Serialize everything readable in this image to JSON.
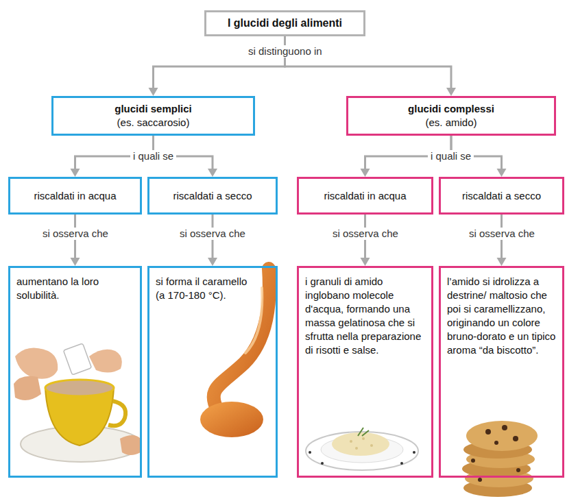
{
  "diagram": {
    "nodes": [
      {
        "text": [
          "I glucidi degli alimenti"
        ]
      },
      {
        "text": [
          "glucidi semplici",
          "(es. saccarosio)"
        ]
      },
      {
        "text": [
          "glucidi complessi",
          "(es. amido)"
        ]
      },
      {
        "text": [
          "riscaldati in acqua"
        ]
      },
      {
        "text": [
          "riscaldati a secco"
        ]
      },
      {
        "text": [
          "riscaldati in acqua"
        ]
      },
      {
        "text": [
          "riscaldati a secco"
        ]
      },
      {
        "text": [
          "aumentano la loro solubilità."
        ]
      },
      {
        "text": [
          "si forma il caramello (a 170-180 °C)."
        ]
      },
      {
        "text": [
          "i granuli di amido inglobano molecole d'acqua, formando una massa gelatinosa che si sfrutta nella preparazione di risotti e salse."
        ]
      },
      {
        "text": [
          "l’amido si idrolizza a destrine/ maltosio che poi si caramellizzano, originando un colore bruno-dorato e un tipico aroma “da biscotto”."
        ]
      }
    ],
    "edges": [
      {
        "from": 0,
        "to": 1,
        "label": "si distinguono in",
        "arrow": "to"
      },
      {
        "from": 0,
        "to": 2,
        "arrow": "to"
      },
      {
        "from": 1,
        "to": 3,
        "label": "i quali se",
        "arrow": "to"
      },
      {
        "from": 1,
        "to": 4,
        "arrow": "to"
      },
      {
        "from": 2,
        "to": 5,
        "label": "i quali se",
        "arrow": "to"
      },
      {
        "from": 2,
        "to": 6,
        "arrow": "to"
      },
      {
        "from": 3,
        "to": 7,
        "label": "si osserva che",
        "arrow": "to"
      },
      {
        "from": 4,
        "to": 8,
        "label": "si osserva che",
        "arrow": "to"
      },
      {
        "from": 5,
        "to": 9,
        "label": "si osserva che",
        "arrow": "to"
      },
      {
        "from": 6,
        "to": 10,
        "label": "si osserva che",
        "arrow": "to"
      }
    ]
  }
}
